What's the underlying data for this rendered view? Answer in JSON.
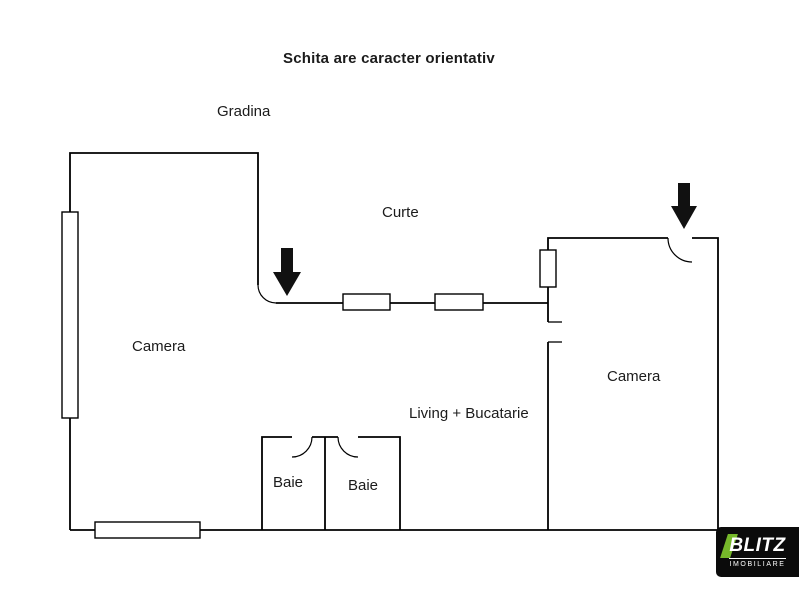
{
  "page": {
    "title": "Schita are caracter orientativ"
  },
  "rooms": {
    "gradina": "Gradina",
    "curte": "Curte",
    "camera_left": "Camera",
    "camera_right": "Camera",
    "living": "Living + Bucatarie",
    "baie_left": "Baie",
    "baie_right": "Baie"
  },
  "logo": {
    "brand": "BLITZ",
    "subtitle": "IMOBILIARE"
  },
  "colors": {
    "wall": "#000000",
    "text": "#1b1b1b",
    "background": "#ffffff",
    "logo_bg": "#0b0b0b",
    "logo_accent": "#76b82a"
  }
}
